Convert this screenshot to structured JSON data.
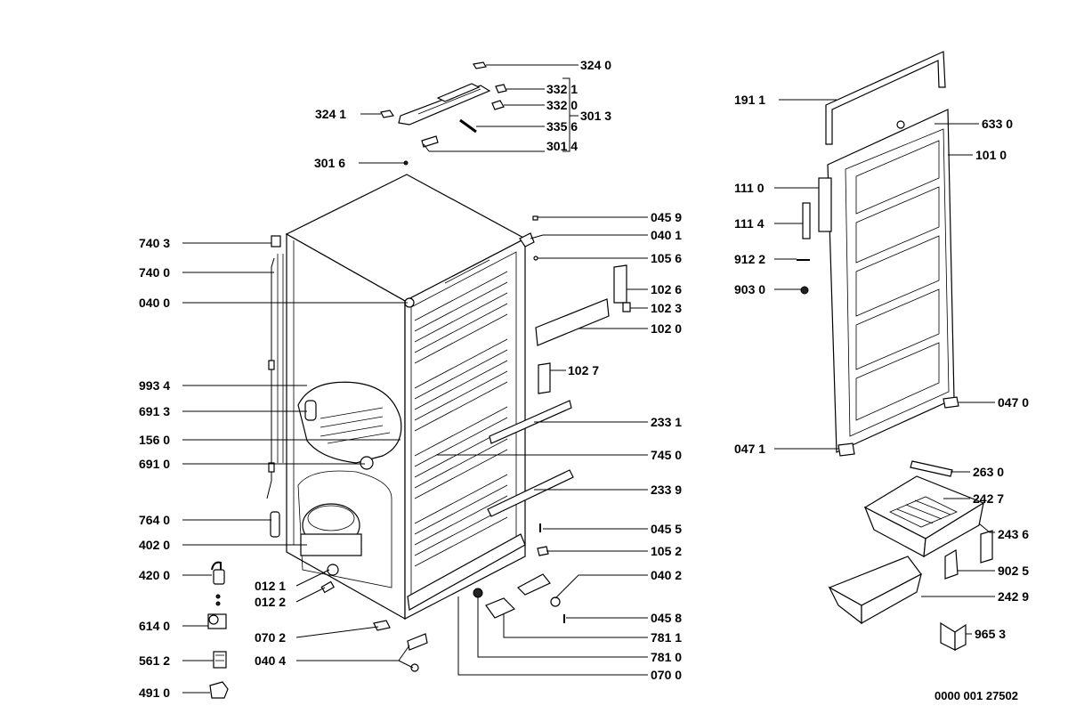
{
  "document_number": "0000 001 27502",
  "labels": {
    "l3240": "324 0",
    "l3321": "332 1",
    "l3320": "332 0",
    "l3241": "324 1",
    "l3013": "301 3",
    "l3356": "335 6",
    "l3014": "301 4",
    "l3016": "301 6",
    "l7403": "740 3",
    "l7400": "740 0",
    "l0400": "040 0",
    "l9934": "993 4",
    "l6913": "691 3",
    "l1560": "156 0",
    "l6910": "691 0",
    "l7640": "764 0",
    "l4020": "402 0",
    "l4200": "420 0",
    "l0121": "012 1",
    "l0122": "012 2",
    "l6140": "614 0",
    "l0702": "070 2",
    "l5612": "561 2",
    "l0404": "040 4",
    "l4910": "491 0",
    "l0459": "045 9",
    "l0401": "040 1",
    "l1056": "105 6",
    "l1026": "102 6",
    "l1023": "102 3",
    "l1020": "102 0",
    "l1027": "102 7",
    "l2331": "233 1",
    "l7450": "745 0",
    "l2339": "233 9",
    "l0455": "045 5",
    "l1052": "105 2",
    "l0402": "040 2",
    "l0458": "045 8",
    "l7811": "781 1",
    "l7810": "781 0",
    "l0700": "070 0",
    "l1911": "191 1",
    "l6330": "633 0",
    "l1010": "101 0",
    "l1110": "111 0",
    "l1114": "111 4",
    "l9122": "912 2",
    "l9030": "903 0",
    "l0470": "047 0",
    "l0471": "047 1",
    "l2630": "263 0",
    "l2427": "242 7",
    "l2436": "243 6",
    "l9025": "902 5",
    "l2429": "242 9",
    "l9653": "965 3"
  }
}
